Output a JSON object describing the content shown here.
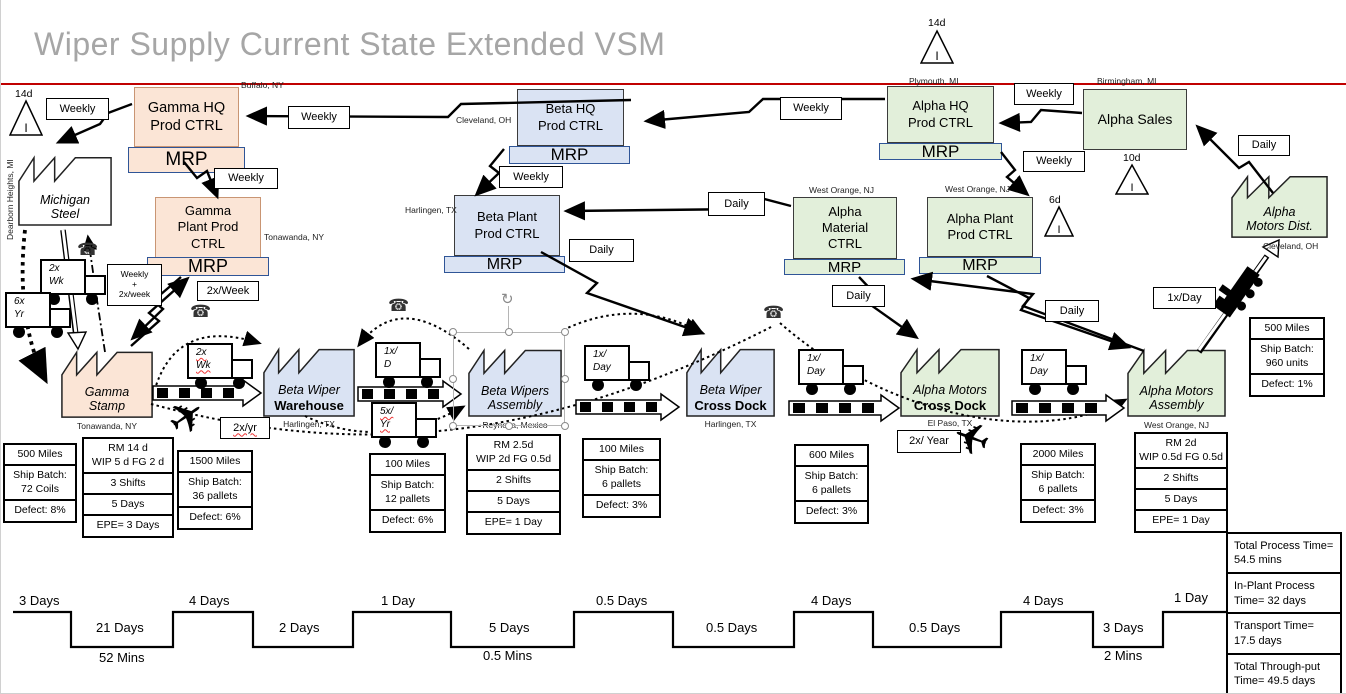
{
  "title": "Wiper Supply Current State Extended VSM",
  "colors": {
    "gamma_fill": "#fbe5d6",
    "beta_fill": "#dae3f3",
    "alpha_fill": "#e2efda",
    "title_gray": "#a6a6a6",
    "divider_red": "#c00000",
    "mrp_border_blue": "#2f5597",
    "selection_gray": "#8a8a8a"
  },
  "icons": {
    "phone": "☎",
    "plane": "✈",
    "rotate": "↻",
    "inventory": "I"
  },
  "controls": [
    {
      "name": "Gamma HQ\nProd CTRL",
      "mrp": "MRP",
      "loc": "Buffalo, NY"
    },
    {
      "name": "Gamma\nPlant Prod\nCTRL",
      "mrp": "MRP",
      "loc": "Tonawanda, NY"
    },
    {
      "name": "Beta HQ\nProd CTRL",
      "mrp": "MRP",
      "loc": "Cleveland, OH"
    },
    {
      "name": "Beta Plant\nProd CTRL",
      "mrp": "MRP",
      "loc": "Harlingen, TX"
    },
    {
      "name": "Alpha HQ\nProd CTRL",
      "mrp": "MRP",
      "loc": "Plymouth, MI"
    },
    {
      "name": "Alpha Sales",
      "loc": "Birmingham, MI"
    },
    {
      "name": "Alpha\nMaterial\nCTRL",
      "mrp": "MRP",
      "loc": "West Orange, NJ"
    },
    {
      "name": "Alpha Plant\nProd CTRL",
      "mrp": "MRP",
      "loc": "West Orange, NJ"
    }
  ],
  "factories": [
    {
      "line1": "Michigan",
      "line2": "Steel",
      "loc": "Dearborn Heights, MI"
    },
    {
      "line1": "Gamma",
      "line2": "Stamp",
      "loc": "Tonawanda, NY"
    },
    {
      "line1": "Beta Wiper",
      "line2": "Warehouse",
      "loc": "Harlingen, TX"
    },
    {
      "line1": "Beta Wipers",
      "line2": "Assembly",
      "loc": "Reynosa, Mexico"
    },
    {
      "line1": "Beta Wiper",
      "line2": "Cross Dock",
      "loc": "Harlingen, TX"
    },
    {
      "line1": "Alpha Motors",
      "line2": "Cross Dock",
      "loc": "El Paso, TX"
    },
    {
      "line1": "Alpha Motors",
      "line2": "Assembly",
      "loc": "West Orange, NJ"
    },
    {
      "line1": "Alpha",
      "line2": "Motors Dist.",
      "loc": "Cleveland, OH"
    }
  ],
  "inventory_triangles": [
    {
      "label": "14d"
    },
    {
      "label": "14d"
    },
    {
      "label": "10d"
    },
    {
      "label": "6d"
    }
  ],
  "freq_labels": [
    "Weekly",
    "Weekly",
    "Weekly",
    "Weekly",
    "Weekly",
    "Weekly",
    "Weekly",
    "Daily",
    "Daily",
    "Daily",
    "Daily",
    "Daily",
    "2x/Week",
    "Weekly\n+\n2x/week",
    "1x/Day",
    "2x/yr",
    "2x/ Year"
  ],
  "trucks": [
    {
      "freq": "2x\nWk"
    },
    {
      "freq": "6x\nYr"
    },
    {
      "freq": "2x\nWk"
    },
    {
      "freq": "1x/\nD"
    },
    {
      "freq": "5x/\nYr"
    },
    {
      "freq": "1x/\nDay"
    },
    {
      "freq": "1x/\nDay"
    },
    {
      "freq": "1x/\nDay"
    }
  ],
  "data_boxes": [
    {
      "rows": [
        "500 Miles",
        "Ship Batch:\n72 Coils",
        "Defect: 8%"
      ]
    },
    {
      "rows": [
        "RM 14 d\nWIP 5 d  FG 2 d",
        "3 Shifts",
        "5 Days",
        "EPE= 3 Days"
      ]
    },
    {
      "rows": [
        "1500 Miles",
        "Ship Batch:\n36 pallets",
        "Defect: 6%"
      ]
    },
    {
      "rows": [
        "100 Miles",
        "Ship Batch:\n12 pallets",
        "Defect: 6%"
      ]
    },
    {
      "rows": [
        "RM 2.5d\nWIP 2d FG 0.5d",
        "2 Shifts",
        "5 Days",
        "EPE= 1 Day"
      ]
    },
    {
      "rows": [
        "100 Miles",
        "Ship Batch:\n6 pallets",
        "Defect: 3%"
      ]
    },
    {
      "rows": [
        "600 Miles",
        "Ship Batch:\n6 pallets",
        "Defect: 3%"
      ]
    },
    {
      "rows": [
        "2000 Miles",
        "Ship Batch:\n6 pallets",
        "Defect: 3%"
      ]
    },
    {
      "rows": [
        "RM 2d\nWIP 0.5d FG 0.5d",
        "2 Shifts",
        "5 Days",
        "EPE= 1 Day"
      ]
    },
    {
      "rows": [
        "500 Miles",
        "Ship Batch:\n960 units",
        "Defect: 1%"
      ]
    }
  ],
  "totals_box": {
    "rows": [
      "Total Process Time=\n54.5 mins",
      "In-Plant Process\nTime= 32 days",
      "Transport Time=\n17.5 days",
      "Total Through-put\nTime= 49.5 days"
    ]
  },
  "timeline": {
    "labels": [
      "3 Days",
      "21 Days",
      "52 Mins",
      "4 Days",
      "2 Days",
      "1 Day",
      "5 Days",
      "0.5 Mins",
      "0.5 Days",
      "0.5 Days",
      "4 Days",
      "0.5 Days",
      "4 Days",
      "3 Days",
      "2 Mins",
      "1 Day"
    ]
  }
}
